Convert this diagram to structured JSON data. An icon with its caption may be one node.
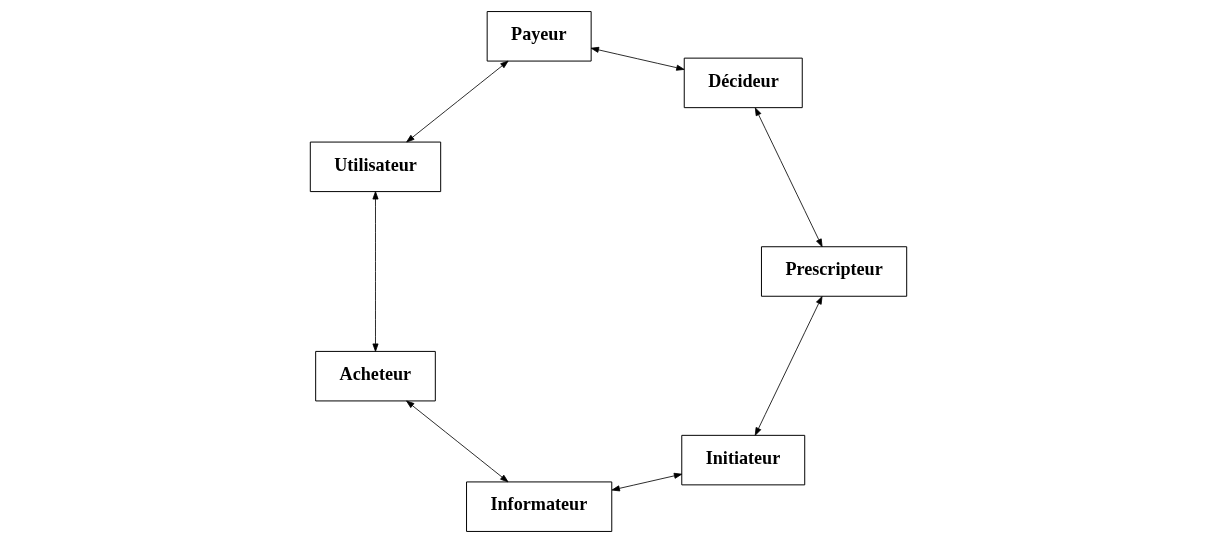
{
  "diagram": {
    "nodes": [
      {
        "text": [
          "Initiateur"
        ]
      },
      {
        "text": [
          "Prescripteur"
        ]
      },
      {
        "text": [
          "Informateur"
        ]
      },
      {
        "text": [
          "Décideur"
        ]
      },
      {
        "text": [
          "Acheteur"
        ]
      },
      {
        "text": [
          "Payeur"
        ]
      },
      {
        "text": [
          "Utilisateur"
        ]
      }
    ],
    "edges": [
      {
        "from": 0,
        "to": 2,
        "arrow": "both"
      },
      {
        "from": 2,
        "to": 4,
        "arrow": "both"
      },
      {
        "from": 4,
        "to": 6,
        "arrow": "both"
      },
      {
        "from": 6,
        "to": 5,
        "arrow": "both"
      },
      {
        "from": 5,
        "to": 3,
        "arrow": "both"
      },
      {
        "from": 3,
        "to": 1,
        "arrow": "both"
      },
      {
        "from": 1,
        "to": 0,
        "arrow": "both"
      }
    ]
  }
}
